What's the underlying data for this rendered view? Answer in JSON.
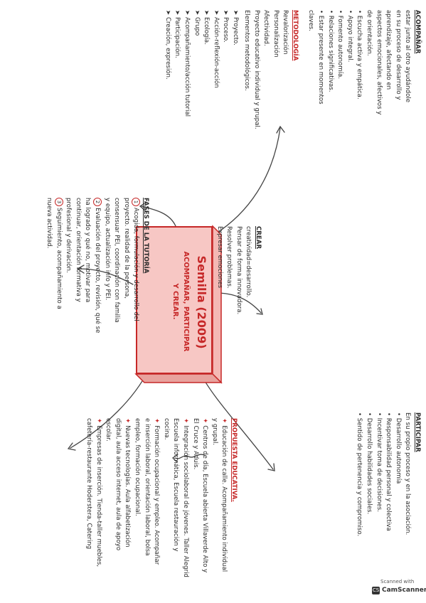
{
  "center": {
    "title": "Semilla (2009)",
    "subtitle_line1": "ACOMPAÑAR, PARTICIPAR",
    "subtitle_line2": "Y CREAR."
  },
  "acompanar": {
    "heading": "ACOMPAÑAR",
    "lines": [
      "estar junto al otro ayudándole",
      "en su proceso de desarrollo y",
      "aprendizaje, afectando en",
      "aspectos emocionales, afectivos y",
      "de orientación."
    ],
    "bullets": [
      "• Escucha activa y empática.",
      "• Apoyo integral.",
      "• Fomento autonomía.",
      "• Relaciones significativas.",
      "• Estar presente en momentos",
      "  claves."
    ]
  },
  "metodologia": {
    "heading": "METODOLOGÍA",
    "items": [
      "Revalorización",
      "Personalización",
      "Afectividad.",
      "Proyecto educativo individual y grupal.",
      "Elementos metodológicos."
    ],
    "elements": [
      "Proyecto.",
      "Proceso.",
      "Acción-reflexión-acción",
      "Ecología.",
      "Grupo",
      "Acompañamiento/acción tutorial",
      "Participación.",
      "Creación, expresión."
    ]
  },
  "crear": {
    "heading": "CREAR",
    "lines": [
      "creatividad=desarrollo.",
      "Pensar de forma innovadora.",
      "Resolver problemas.",
      "Expresar emociones"
    ]
  },
  "tutoria": {
    "heading": "FASES DE LA TUTORÍA",
    "step1": [
      "Acogida, formulación y desarrollo del",
      "proyecto. realidad de la persona,",
      "consensuar PEI, coordinación con familia",
      "y equipo, actualización info y PEI."
    ],
    "step2": [
      "Evaluación del proyecto, revisión, qué se",
      "ha logrado y qué no, motivar para",
      "continuar, orientación formativa y",
      "profesional y derivación."
    ],
    "step3": [
      "Seguimiento, acompañamiento a",
      "nueva actividad."
    ],
    "num1": "1",
    "num2": "2",
    "num3": "3"
  },
  "participar": {
    "heading": "PARTICIPAR",
    "lines": [
      "En su propio proceso y en la asociación."
    ],
    "bullets": [
      "• Desarrollo autonomía",
      "• Responsabilidad personal y colectiva",
      "• Incentivar toma de decisiones.",
      "• Desarrollo habilidades sociales.",
      "• Sentido de pertenencia y compromiso."
    ]
  },
  "propuesta": {
    "heading": "PROPUESTA EDUCATIVA.",
    "items": [
      [
        "Educación de calle. Acompañamiento individual",
        "y grupal."
      ],
      [
        "Centros de día, Escuela abierta Villaverde Alto y",
        "El Cruce y Aduis."
      ],
      [
        "Integración sociolaboral de jóvenes. Taller Alegrid",
        "Escuela informática, Escuela restauración y",
        "cocina."
      ],
      [
        "Formación ocupacional y empleo. Acompañar",
        "e inserción laboral, orientación laboral, bolsa",
        "empleo, formación ocupacional."
      ],
      [
        "Nuevas tecnologías. Aula alfabetización",
        "digital, aula acceso internet, aula de apoyo",
        "escolar."
      ],
      [
        "Empresas de inserción. Tienda-taller muebles,",
        "cafetería-restaurante Hoderstera, Catering"
      ]
    ]
  },
  "watermark": {
    "line1": "Scanned with",
    "line2": "CamScanner",
    "logo": "CS"
  }
}
